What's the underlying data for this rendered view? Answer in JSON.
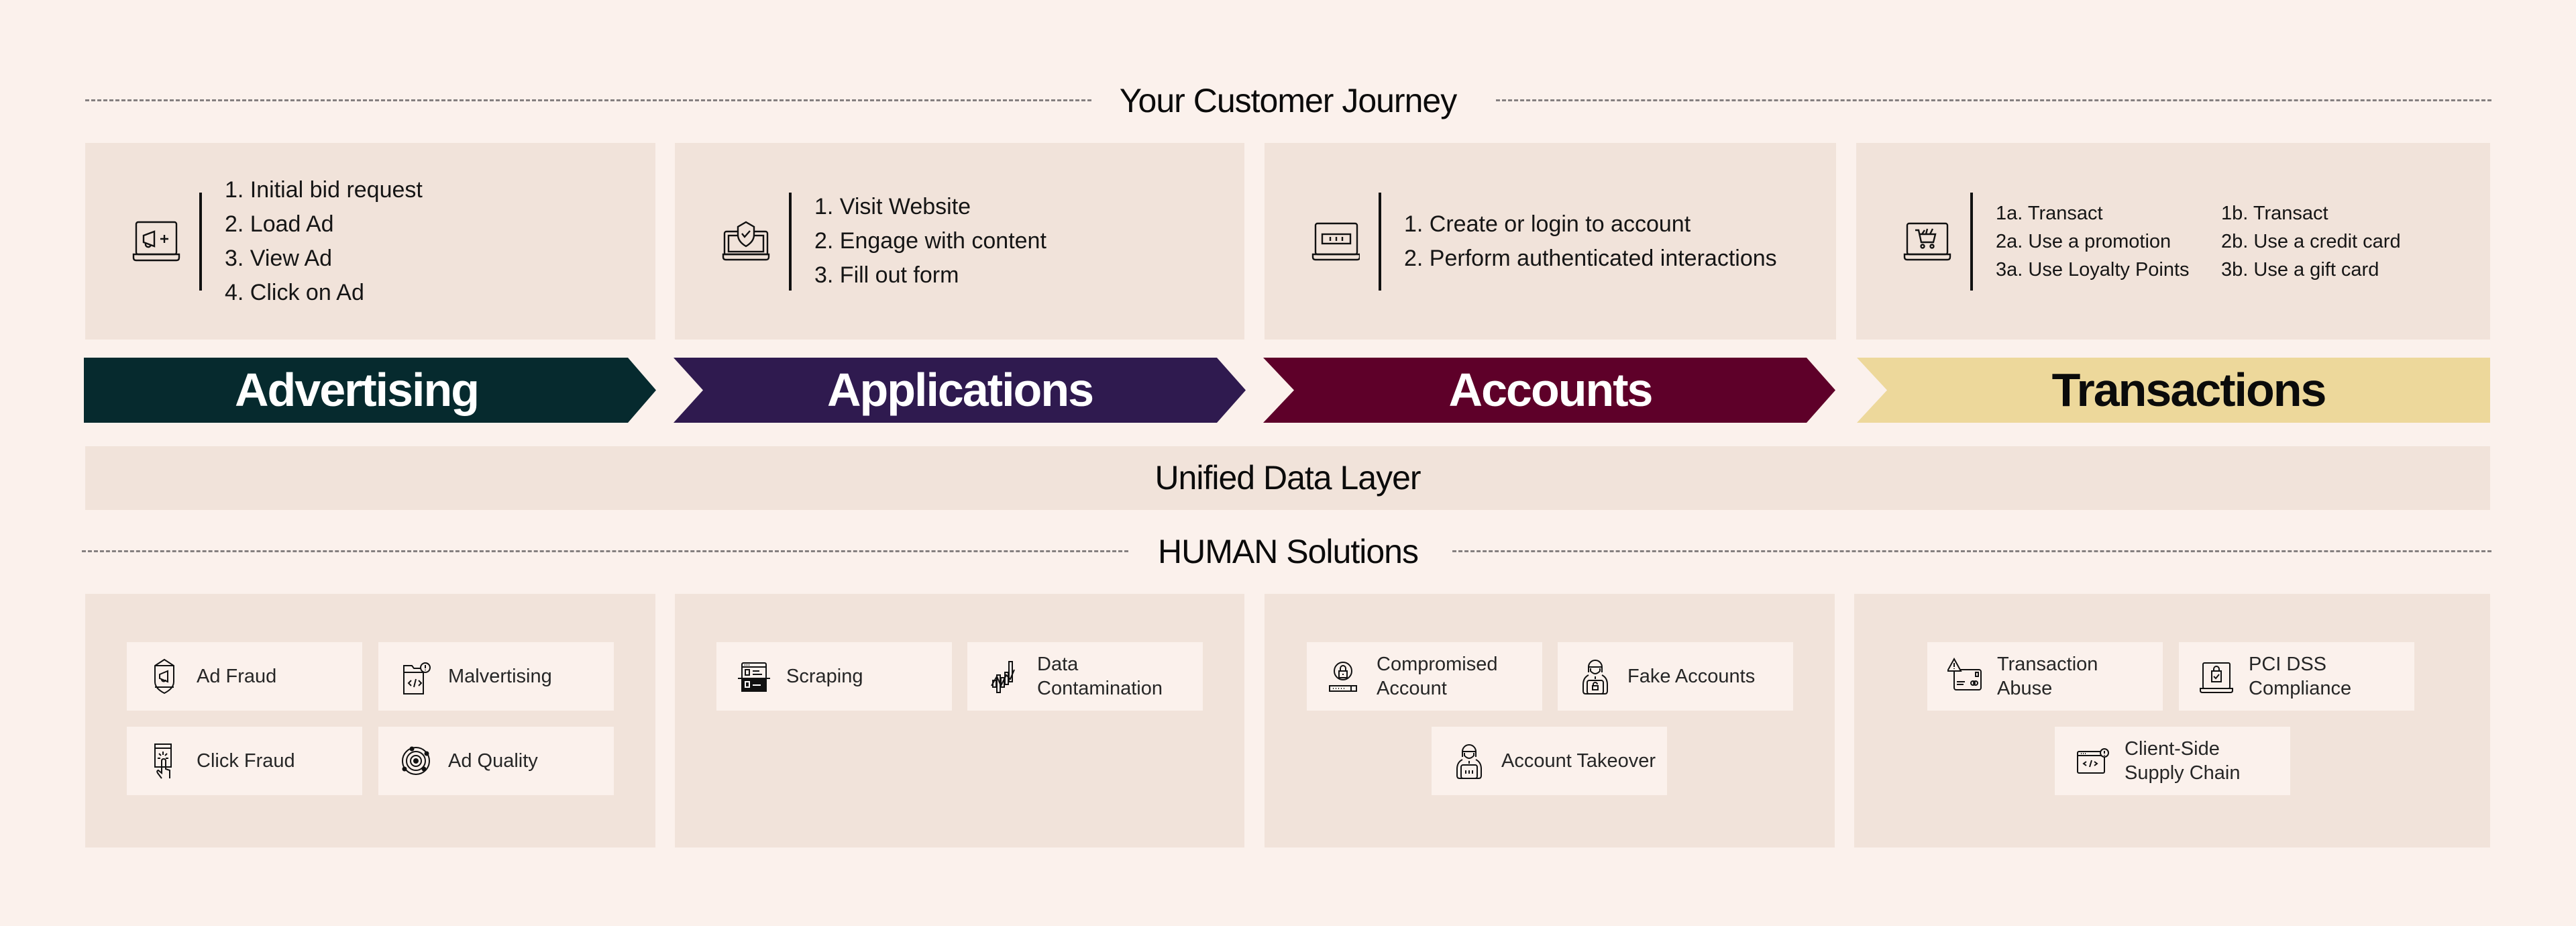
{
  "journey": {
    "title": "Your Customer Journey",
    "stages": [
      {
        "name": "Advertising",
        "color": "#062A2E",
        "text_color": "#FFFFFF",
        "icon": "laptop-megaphone-icon",
        "steps": [
          "1. Initial bid request",
          "2. Load Ad",
          "3. View Ad",
          "4. Click on Ad"
        ]
      },
      {
        "name": "Applications",
        "color": "#2F1A4F",
        "text_color": "#FFFFFF",
        "icon": "laptop-shield-check-icon",
        "steps": [
          "1. Visit Website",
          "2. Engage with content",
          "3. Fill out form"
        ]
      },
      {
        "name": "Accounts",
        "color": "#5E0029",
        "text_color": "#FFFFFF",
        "icon": "laptop-password-icon",
        "steps": [
          "1. Create or login to account",
          "2. Perform authenticated interactions"
        ]
      },
      {
        "name": "Transactions",
        "color": "#EDD89B",
        "text_color": "#0B0B0B",
        "icon": "laptop-cart-icon",
        "steps_a": [
          "1a. Transact",
          "2a. Use a promotion",
          "3a. Use Loyalty Points"
        ],
        "steps_b": [
          "1b. Transact",
          "2b. Use a credit card",
          "3b. Use a gift card"
        ]
      }
    ]
  },
  "unified_data_layer": "Unified Data Layer",
  "solutions": {
    "title": "HUMAN Solutions",
    "groups": [
      {
        "stage": "Advertising",
        "items": [
          {
            "label": "Ad Fraud",
            "icon": "shield-megaphone-icon"
          },
          {
            "label": "Malvertising",
            "icon": "folder-code-alert-icon"
          },
          {
            "label": "Click Fraud",
            "icon": "click-hand-icon"
          },
          {
            "label": "Ad Quality",
            "icon": "target-orbit-icon"
          }
        ]
      },
      {
        "stage": "Applications",
        "items": [
          {
            "label": "Scraping",
            "icon": "browser-scrape-icon"
          },
          {
            "label": "Data Contamination",
            "icon": "chart-contamination-icon"
          }
        ]
      },
      {
        "stage": "Accounts",
        "items": [
          {
            "label": "Compromised Account",
            "icon": "lock-password-icon"
          },
          {
            "label": "Fake Accounts",
            "icon": "hooded-hacker-lock-icon"
          },
          {
            "label": "Account Takeover",
            "icon": "hooded-hacker-laptop-icon"
          }
        ]
      },
      {
        "stage": "Transactions",
        "items": [
          {
            "label": "Transaction Abuse",
            "icon": "card-warning-icon"
          },
          {
            "label": "PCI DSS Compliance",
            "icon": "laptop-bag-check-icon"
          },
          {
            "label": "Client-Side Supply Chain",
            "icon": "browser-code-alert-icon"
          }
        ]
      }
    ]
  },
  "colors": {
    "page_bg": "#FBF1EC",
    "card_bg": "#F1E3DA",
    "dash": "#858080"
  }
}
